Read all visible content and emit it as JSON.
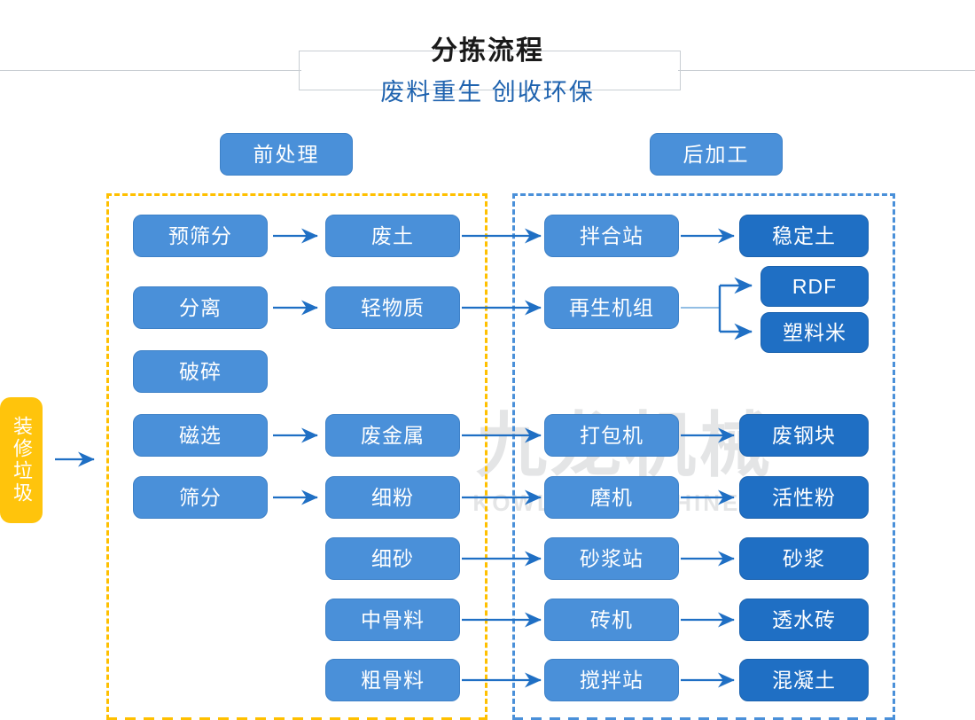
{
  "title": "分拣流程",
  "subtitle": "废料重生 创收环保",
  "watermark": {
    "cn": "九龙机械",
    "en": "KOWLOONMACHINERY"
  },
  "colors": {
    "title_text": "#1a1a1a",
    "subtitle_text": "#1f63af",
    "step_box": "#4a90d9",
    "product_box": "#1f6fc4",
    "source_box": "#ffc40c",
    "pre_zone_border": "#ffc000",
    "post_zone_border": "#4a90d9",
    "arrow": "#1f6fc4",
    "frame_line": "#c9ced3"
  },
  "sections": {
    "pre": {
      "label": "前处理"
    },
    "post": {
      "label": "后加工"
    }
  },
  "source": {
    "label": "装修垃圾"
  },
  "pre_steps": [
    {
      "label": "预筛分"
    },
    {
      "label": "分离"
    },
    {
      "label": "破碎"
    },
    {
      "label": "磁选"
    },
    {
      "label": "筛分"
    }
  ],
  "materials": [
    {
      "label": "废土"
    },
    {
      "label": "轻物质"
    },
    {
      "label": "废金属"
    },
    {
      "label": "细粉"
    },
    {
      "label": "细砂"
    },
    {
      "label": "中骨料"
    },
    {
      "label": "粗骨料"
    }
  ],
  "machines": [
    {
      "label": "拌合站"
    },
    {
      "label": "再生机组"
    },
    {
      "label": "打包机"
    },
    {
      "label": "磨机"
    },
    {
      "label": "砂浆站"
    },
    {
      "label": "砖机"
    },
    {
      "label": "搅拌站"
    }
  ],
  "products": [
    {
      "label": "稳定土"
    },
    {
      "label": "RDF"
    },
    {
      "label": "塑料米"
    },
    {
      "label": "废钢块"
    },
    {
      "label": "活性粉"
    },
    {
      "label": "砂浆"
    },
    {
      "label": "透水砖"
    },
    {
      "label": "混凝土"
    }
  ]
}
